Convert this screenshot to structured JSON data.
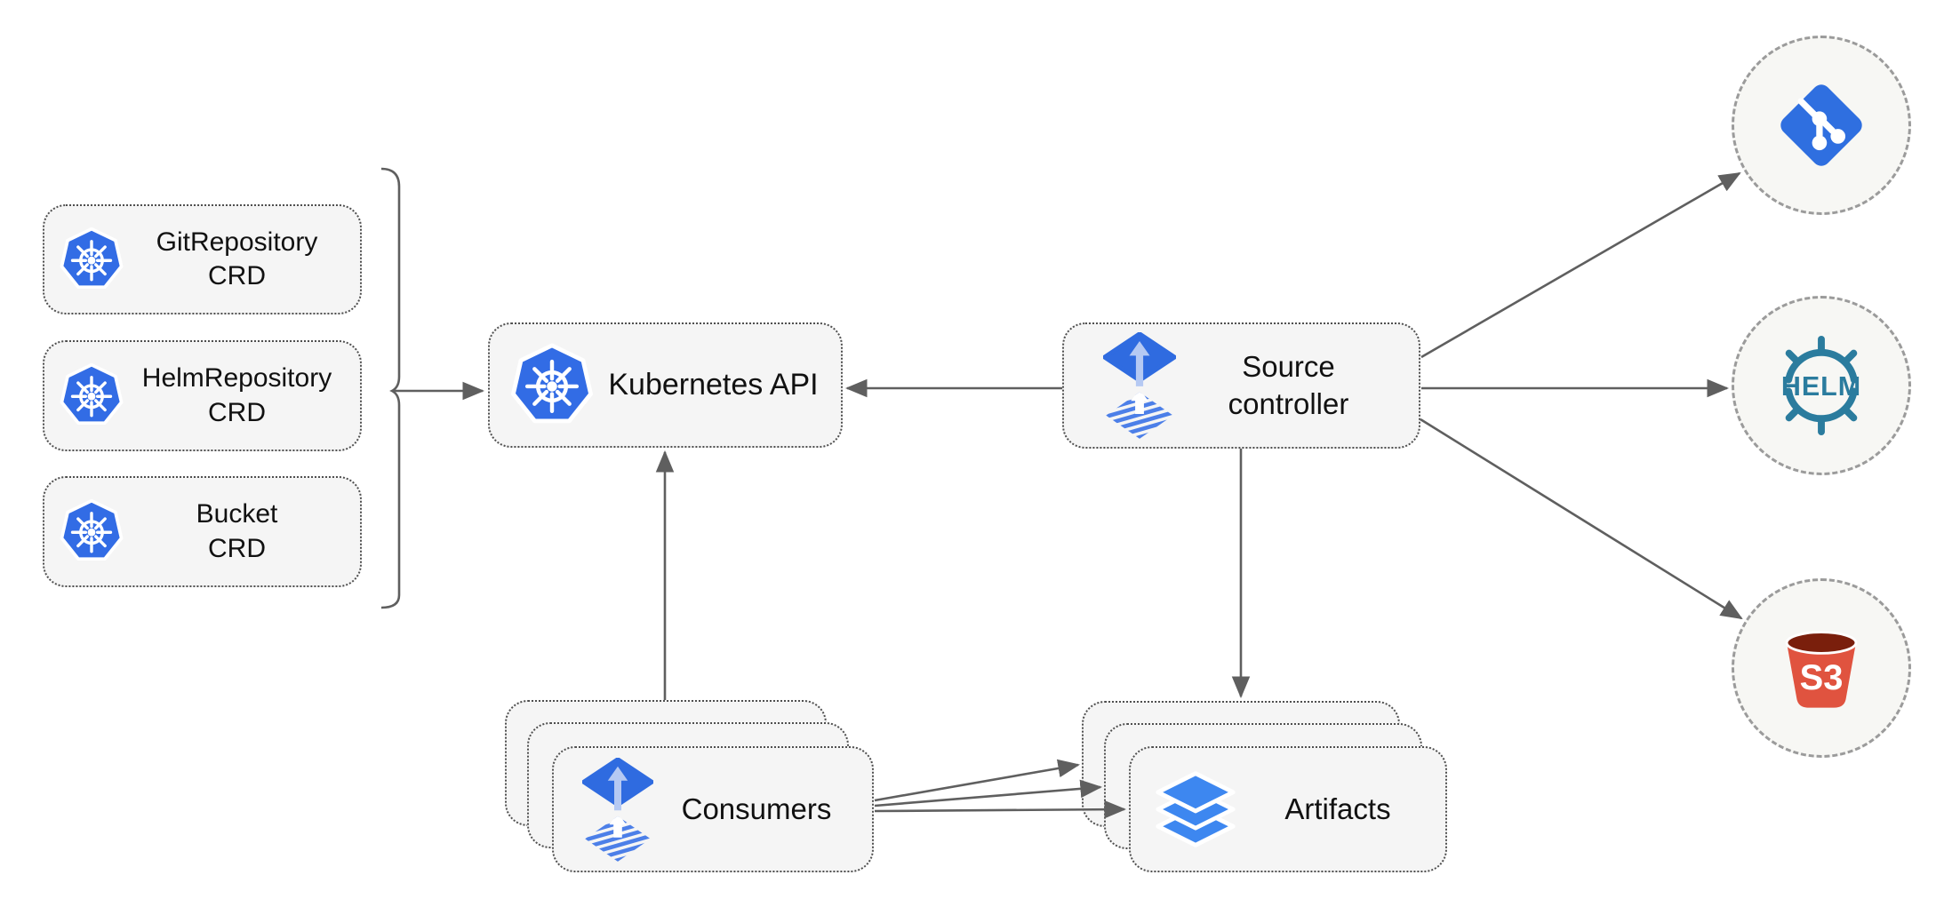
{
  "colors": {
    "k8s_blue": "#326ce5",
    "flux_blue": "#2f6be0",
    "flux_arrow": "#b5c9f3",
    "flux_stripe": "#4c7fe8",
    "layers_blue": "#3d87f0",
    "helm_teal": "#2b7c9e",
    "s3_red": "#e0533f",
    "s3_dark": "#7a1f0c",
    "git_blue": "#2f6fe0",
    "line_gray": "#5f5f5f",
    "box_fill": "#f5f5f5",
    "box_border": "#4f4f4f",
    "circle_fill": "#f7f7f4",
    "circle_border": "#9b9b9b",
    "text": "#111111"
  },
  "nodes": {
    "crds": [
      {
        "title": "GitRepository",
        "subtitle": "CRD"
      },
      {
        "title": "HelmRepository",
        "subtitle": "CRD"
      },
      {
        "title": "Bucket",
        "subtitle": "CRD"
      }
    ],
    "kubernetes_api": {
      "label": "Kubernetes API"
    },
    "source_controller": {
      "line1": "Source",
      "line2": "controller"
    },
    "consumers": {
      "label": "Consumers"
    },
    "artifacts": {
      "label": "Artifacts"
    },
    "externals": {
      "helm": {
        "label": "HELM"
      },
      "s3": {
        "label": "S3"
      }
    }
  }
}
